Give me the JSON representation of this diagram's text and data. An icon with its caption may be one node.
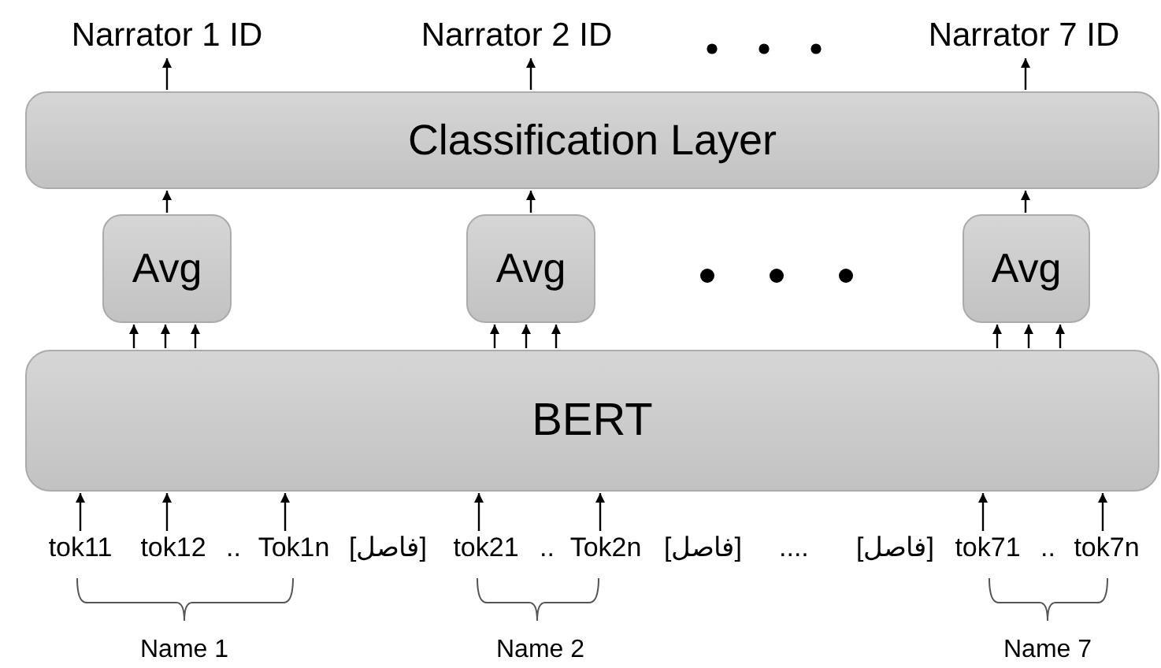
{
  "diagram": {
    "nodes": [
      {
        "text": [
          "Narrator 1 ID"
        ]
      },
      {
        "text": [
          "Narrator 2 ID"
        ]
      },
      {
        "text": [
          "Narrator 7 ID"
        ]
      },
      {
        "text": [
          "Classification Layer"
        ]
      },
      {
        "text": [
          "Avg"
        ]
      },
      {
        "text": [
          "Avg"
        ]
      },
      {
        "text": [
          "Avg"
        ]
      },
      {
        "text": [
          "BERT"
        ]
      },
      {
        "text": [
          "tok11"
        ]
      },
      {
        "text": [
          "tok12"
        ]
      },
      {
        "text": [
          "Tok1n"
        ]
      },
      {
        "text": [
          "tok21"
        ]
      },
      {
        "text": [
          "Tok2n"
        ]
      },
      {
        "text": [
          "tok71"
        ]
      },
      {
        "text": [
          "tok7n"
        ]
      }
    ],
    "edges": [
      {
        "from": 3,
        "to": 0,
        "arrow": "to"
      },
      {
        "from": 3,
        "to": 1,
        "arrow": "to"
      },
      {
        "from": 3,
        "to": 2,
        "arrow": "to"
      },
      {
        "from": 4,
        "to": 3,
        "arrow": "to"
      },
      {
        "from": 5,
        "to": 3,
        "arrow": "to"
      },
      {
        "from": 6,
        "to": 3,
        "arrow": "to"
      },
      {
        "from": 7,
        "to": 4,
        "arrow": "to"
      },
      {
        "from": 7,
        "to": 4,
        "arrow": "to"
      },
      {
        "from": 7,
        "to": 4,
        "arrow": "to"
      },
      {
        "from": 7,
        "to": 5,
        "arrow": "to"
      },
      {
        "from": 7,
        "to": 5,
        "arrow": "to"
      },
      {
        "from": 7,
        "to": 5,
        "arrow": "to"
      },
      {
        "from": 7,
        "to": 6,
        "arrow": "to"
      },
      {
        "from": 7,
        "to": 6,
        "arrow": "to"
      },
      {
        "from": 7,
        "to": 6,
        "arrow": "to"
      },
      {
        "from": 8,
        "to": 7,
        "arrow": "to"
      },
      {
        "from": 9,
        "to": 7,
        "arrow": "to"
      },
      {
        "from": 10,
        "to": 7,
        "arrow": "to"
      },
      {
        "from": 11,
        "to": 7,
        "arrow": "to"
      },
      {
        "from": 12,
        "to": 7,
        "arrow": "to"
      },
      {
        "from": 13,
        "to": 7,
        "arrow": "to"
      },
      {
        "from": 14,
        "to": 7,
        "arrow": "to"
      }
    ],
    "labels": [
      "..",
      "[فاصل]",
      "..",
      "[فاصل]",
      "....",
      "[فاصل]",
      "..",
      "Name 1",
      "Name 2",
      "Name 7"
    ]
  }
}
